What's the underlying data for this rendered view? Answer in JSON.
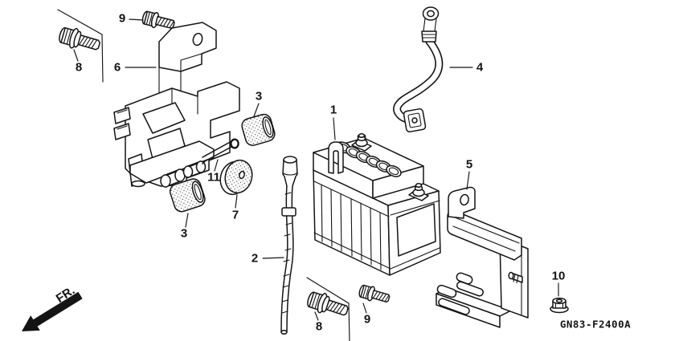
{
  "diagram": {
    "code": "GN83-F2400A",
    "direction_indicator": "FR.",
    "line_color": "#141414",
    "background_color": "#ffffff",
    "labels": [
      {
        "part": "battery",
        "text": "1"
      },
      {
        "part": "breather-tube",
        "text": "2"
      },
      {
        "part": "terminal-cover-upper",
        "text": "3"
      },
      {
        "part": "terminal-cover-lower",
        "text": "3"
      },
      {
        "part": "battery-cable",
        "text": "4"
      },
      {
        "part": "battery-holder",
        "text": "5"
      },
      {
        "part": "battery-box",
        "text": "6"
      },
      {
        "part": "rubber-disc",
        "text": "7"
      },
      {
        "part": "washer-bolt-upper",
        "text": "8"
      },
      {
        "part": "washer-bolt-lower",
        "text": "8"
      },
      {
        "part": "flange-bolt-upper",
        "text": "9"
      },
      {
        "part": "flange-bolt-lower",
        "text": "9"
      },
      {
        "part": "flange-nut",
        "text": "10"
      },
      {
        "part": "cotter-pin",
        "text": "11"
      }
    ]
  }
}
